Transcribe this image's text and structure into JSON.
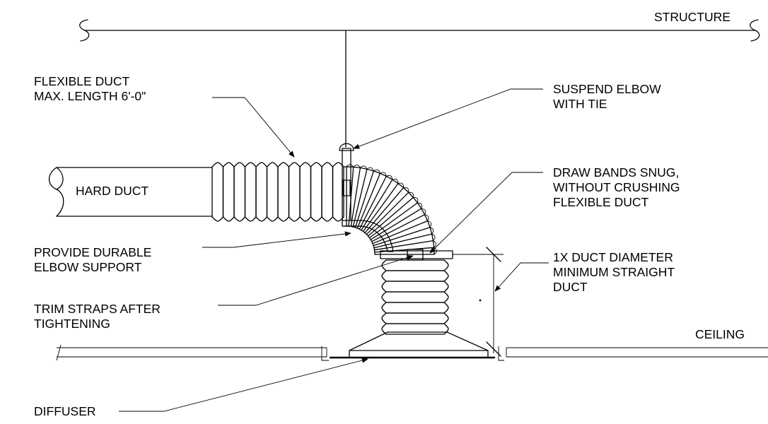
{
  "labels": {
    "structure": "STRUCTURE",
    "ceiling": "CEILING",
    "flexible_duct": "FLEXIBLE DUCT\nMAX. LENGTH 6'-0\"",
    "suspend_elbow": "SUSPEND ELBOW\nWITH TIE",
    "hard_duct": "HARD DUCT",
    "draw_bands": "DRAW BANDS SNUG,\nWITHOUT CRUSHING\nFLEXIBLE DUCT",
    "elbow_support": "PROVIDE DURABLE\nELBOW SUPPORT",
    "straight_duct": "1X DUCT DIAMETER\nMINIMUM STRAIGHT\nDUCT",
    "trim_straps": "TRIM STRAPS AFTER\nTIGHTENING",
    "diffuser": "DIFFUSER"
  }
}
